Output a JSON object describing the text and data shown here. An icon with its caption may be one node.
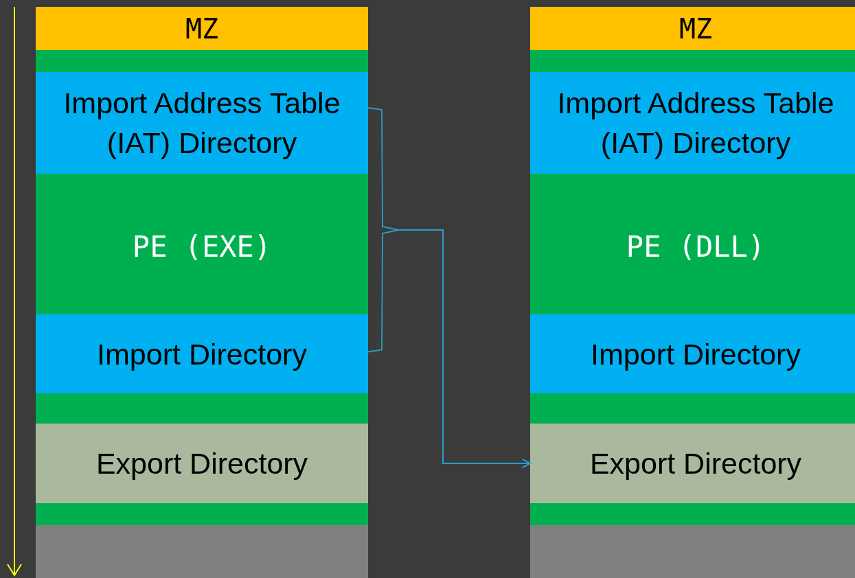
{
  "diagram": {
    "nodes": [
      {
        "text": [
          "MZ"
        ]
      },
      {
        "text": [
          "PE (EXE)"
        ]
      },
      {
        "text": [
          "Import Address Table (IAT) Directory"
        ],
        "in": 1
      },
      {
        "text": [
          "Import Directory"
        ],
        "in": 1
      },
      {
        "text": [
          "Export Directory"
        ],
        "in": 1
      },
      {
        "text": [],
        "shape": "bar"
      },
      {
        "text": [
          "MZ"
        ]
      },
      {
        "text": [
          "PE (DLL)"
        ]
      },
      {
        "text": [
          "Import Address Table (IAT) Directory"
        ],
        "in": 7
      },
      {
        "text": [
          "Import Directory"
        ],
        "in": 7
      },
      {
        "text": [
          "Export Directory"
        ],
        "in": 7
      },
      {
        "text": [],
        "shape": "bar"
      }
    ],
    "edges": [
      {
        "from": 2,
        "to": 10,
        "arrow": "to"
      },
      {
        "from": 3,
        "to": 10,
        "arrow": "to"
      }
    ]
  }
}
